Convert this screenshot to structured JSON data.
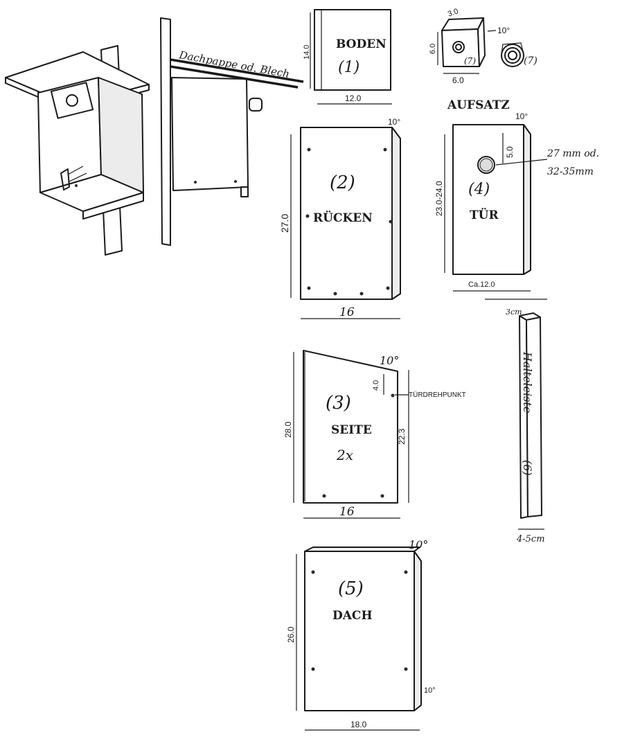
{
  "parts": {
    "roof_covering_label": "Dachpappe od. Blech",
    "boden": {
      "name": "BODEN",
      "number": "(1)",
      "height": "14.0",
      "width": "12.0"
    },
    "aufsatz": {
      "name": "AUFSATZ",
      "number": "(7)",
      "number_ring": "(7)",
      "depth": "3.0",
      "height": "6.0",
      "width": "6.0",
      "angle": "10°"
    },
    "ruecken": {
      "name": "RÜCKEN",
      "number": "(2)",
      "height": "27.0",
      "width": "16",
      "angle": "10°"
    },
    "tuer": {
      "name": "TÜR",
      "number": "(4)",
      "height": "23.0-24.0",
      "hole_offset": "5.0",
      "width": "Ca.12.0",
      "angle": "10°",
      "hole_note_1": "27 mm od.",
      "hole_note_2": "32-35mm"
    },
    "seite": {
      "name": "SEITE",
      "number": "(3)",
      "count": "2x",
      "height_left": "28.0",
      "height_right": "22.3",
      "pivot_offset": "4.0",
      "pivot_label": "TÜRDREHPUNKT",
      "width": "16",
      "angle": "10°"
    },
    "halteleiste": {
      "name": "Halteleiste",
      "number": "(6)",
      "thickness": "3cm",
      "width": "4-5cm"
    },
    "dach": {
      "name": "DACH",
      "number": "(5)",
      "height": "26.0",
      "width": "18.0",
      "angle_top": "10°",
      "angle_side": "10°"
    }
  }
}
